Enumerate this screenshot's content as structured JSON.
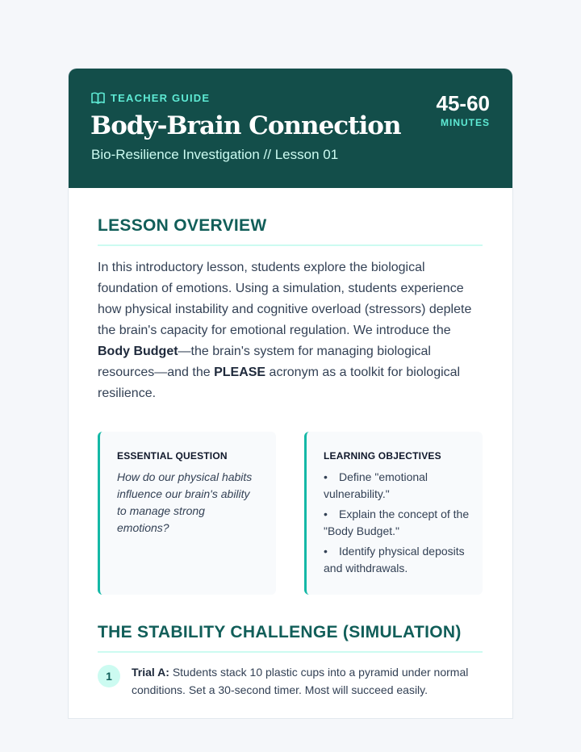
{
  "header": {
    "eyebrow": "TEACHER GUIDE",
    "title": "Body-Brain Connection",
    "subtitle": "Bio-Resilience Investigation // Lesson 01",
    "duration_value": "45-60",
    "duration_unit": "MINUTES",
    "background_color": "#134e4a",
    "accent_color": "#5eead4"
  },
  "overview": {
    "heading": "LESSON OVERVIEW",
    "text_part1": "In this introductory lesson, students explore the biological foundation of emotions. Using a simulation, students experience how physical instability and cognitive overload (stressors) deplete the brain's capacity for emotional regulation. We introduce the ",
    "bold1": "Body Budget",
    "text_part2": "—the brain's system for managing biological resources—and the ",
    "bold2": "PLEASE",
    "text_part3": " acronym as a toolkit for biological resilience."
  },
  "essential_question": {
    "label": "ESSENTIAL QUESTION",
    "text": "How do our physical habits influence our brain's ability to manage strong emotions?"
  },
  "learning_objectives": {
    "label": "LEARNING OBJECTIVES",
    "bullet": "•",
    "items": [
      "Define \"emotional vulnerability.\"",
      "Explain the concept of the \"Body Budget.\"",
      "Identify physical deposits and withdrawals."
    ]
  },
  "stability": {
    "heading": "THE STABILITY CHALLENGE (SIMULATION)",
    "steps": [
      {
        "number": "1",
        "label": "Trial A:",
        "text": " Students stack 10 plastic cups into a pyramid under normal conditions. Set a 30-second timer. Most will succeed easily."
      }
    ]
  }
}
